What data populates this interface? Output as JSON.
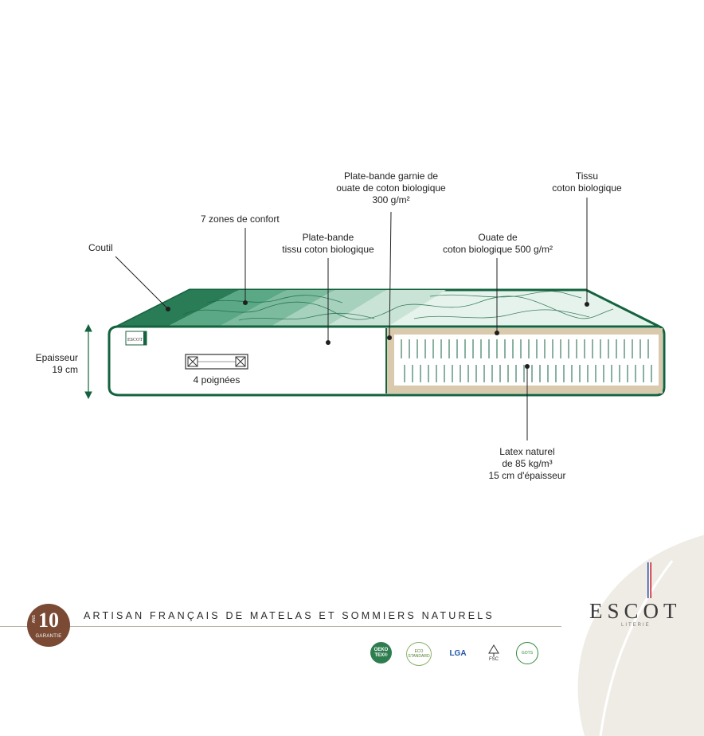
{
  "diagram": {
    "labels": {
      "coutil": "Coutil",
      "zones": "7 zones de confort",
      "plate_bande_tissu_1": "Plate-bande",
      "plate_bande_tissu_2": "tissu coton biologique",
      "plate_bande_garnie_1": "Plate-bande garnie de",
      "plate_bande_garnie_2": "ouate de coton biologique",
      "plate_bande_garnie_3": "300 g/m²",
      "tissu_1": "Tissu",
      "tissu_2": "coton biologique",
      "ouate_1": "Ouate de",
      "ouate_2": "coton biologique 500 g/m²",
      "epaisseur_1": "Epaisseur",
      "epaisseur_2": "19 cm",
      "poignees": "4 poignées",
      "latex_1": "Latex naturel",
      "latex_2": "de 85 kg/m³",
      "latex_3": "15 cm d'épaisseur"
    },
    "mini_logo": "ESCOT"
  },
  "footer": {
    "tagline": "ARTISAN FRANÇAIS DE MATELAS ET SOMMIERS NATURELS",
    "badge_number": "10",
    "badge_ans": "ANS",
    "badge_text": "GARANTIE",
    "logo": "ESCOT",
    "logo_sub": "LITERIE",
    "certifications": {
      "oeko_1": "OEKO",
      "oeko_2": "TEX®",
      "eco_1": "ECO",
      "eco_2": "STANDARD",
      "lga": "LGA",
      "fsc": "FSC",
      "gots": "GOTS"
    }
  },
  "colors": {
    "green_dark": "#14633f",
    "green_mid": "#2f8a62",
    "green_light": "#8cc8ad",
    "latex_beige": "#d9c9ad",
    "brown": "#7a4a35"
  }
}
